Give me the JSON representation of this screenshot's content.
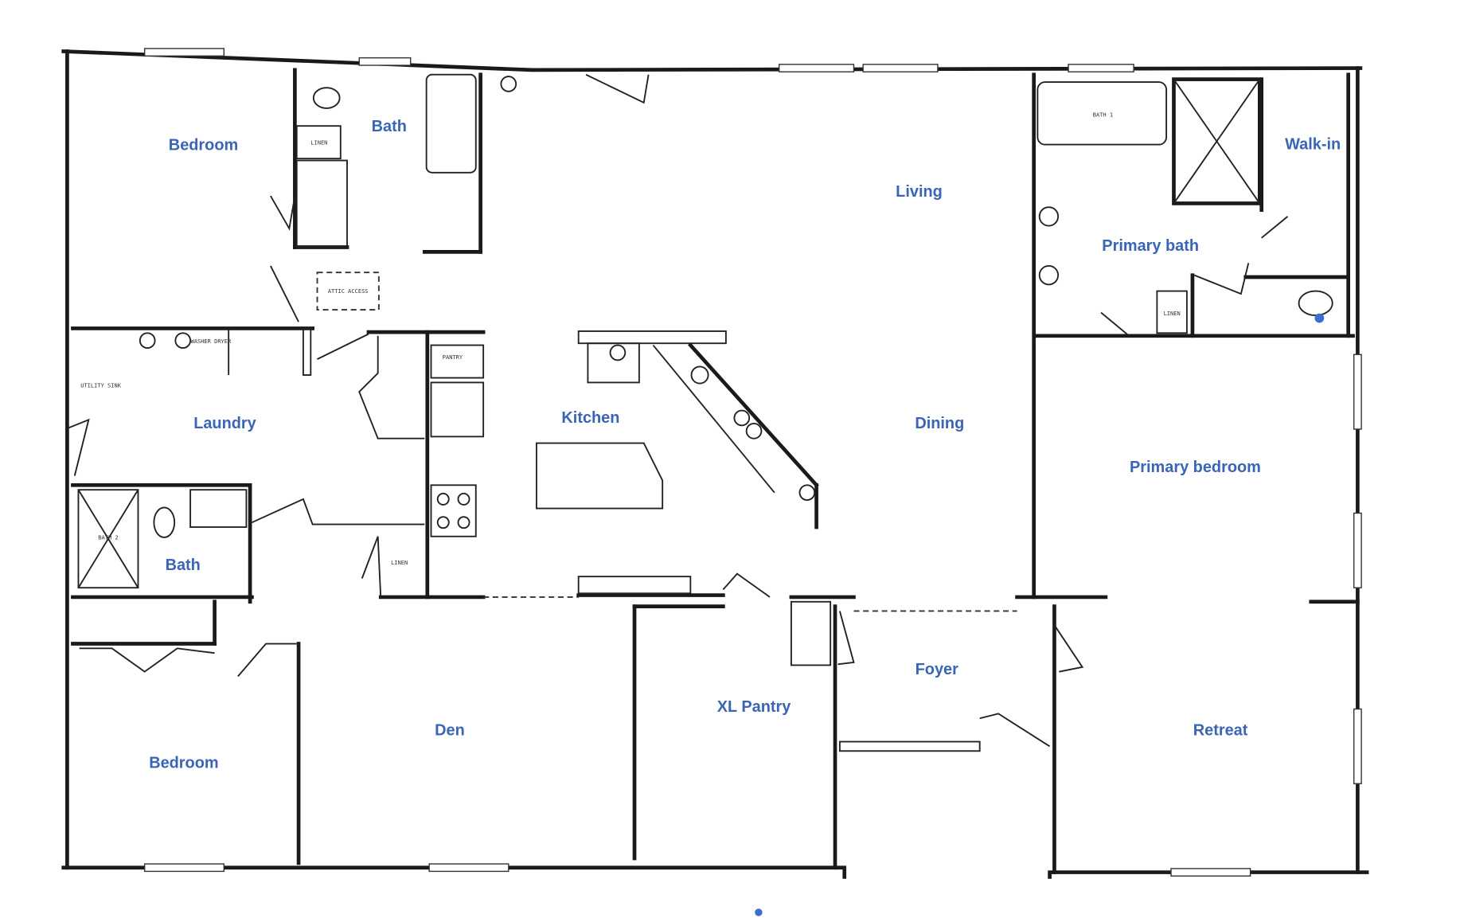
{
  "rooms": {
    "bedroom_top": "Bedroom",
    "bath_top": "Bath",
    "living": "Living",
    "walk_in": "Walk-in",
    "primary_bath": "Primary bath",
    "laundry": "Laundry",
    "kitchen": "Kitchen",
    "dining": "Dining",
    "primary_bedroom": "Primary bedroom",
    "bath_2": "Bath",
    "foyer": "Foyer",
    "xl_pantry": "XL Pantry",
    "den": "Den",
    "bedroom_bottom": "Bedroom",
    "retreat": "Retreat"
  },
  "notes": {
    "linen_1": "LINEN",
    "attic": "ATTIC ACCESS",
    "pantry": "PANTRY",
    "bath_1": "BATH 1",
    "bath_2": "BATH 2",
    "linen_2": "LINEN",
    "linen_3": "LINEN",
    "utility": "UTILITY SINK",
    "washer": "WASHER DRYER"
  },
  "colors": {
    "label": "#3a64b5",
    "marker": "#3a6fd0",
    "wall": "#1a1a1a"
  }
}
